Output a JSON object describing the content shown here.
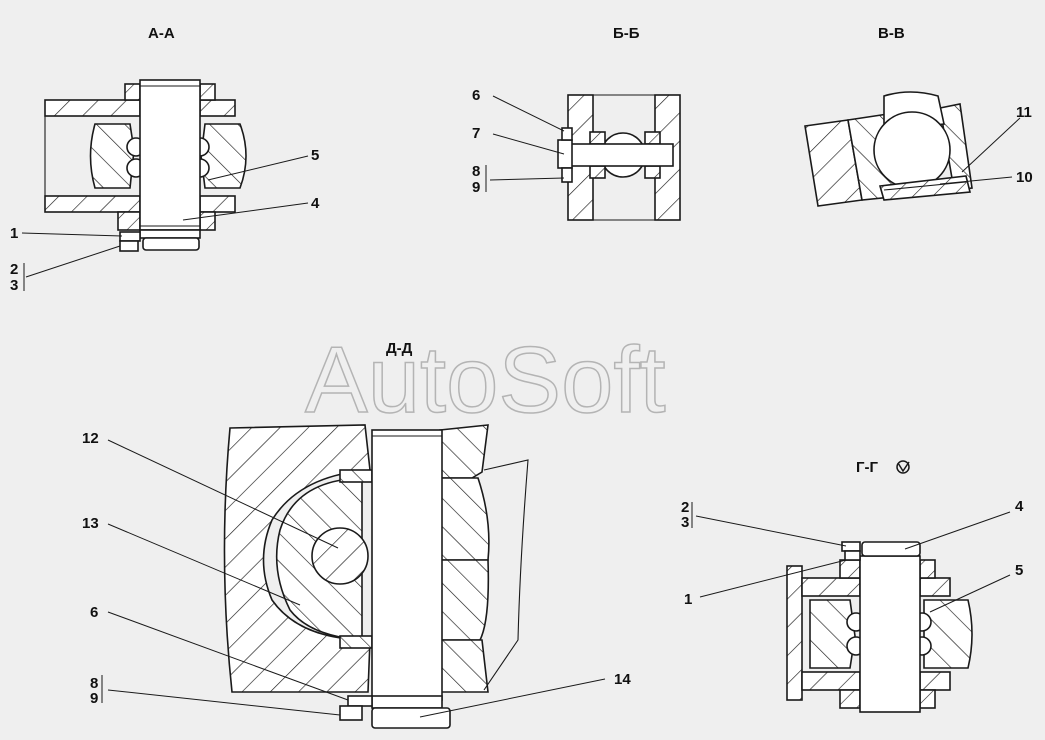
{
  "watermark": "AutoSoft",
  "sections": {
    "aa": {
      "title": "А-А",
      "labels": {
        "l1": "1",
        "l2": "2",
        "l3": "3",
        "l4": "4",
        "l5": "5"
      }
    },
    "bb": {
      "title": "Б-Б",
      "labels": {
        "l6": "6",
        "l7": "7",
        "l8": "8",
        "l9": "9"
      }
    },
    "vv": {
      "title": "В-В",
      "labels": {
        "l10": "10",
        "l11": "11"
      }
    },
    "dd": {
      "title": "Д-Д",
      "labels": {
        "l6": "6",
        "l8": "8",
        "l9": "9",
        "l12": "12",
        "l13": "13",
        "l14": "14"
      }
    },
    "gg": {
      "title": "Г-Г",
      "labels": {
        "l1": "1",
        "l2": "2",
        "l3": "3",
        "l4": "4",
        "l5": "5"
      }
    }
  }
}
